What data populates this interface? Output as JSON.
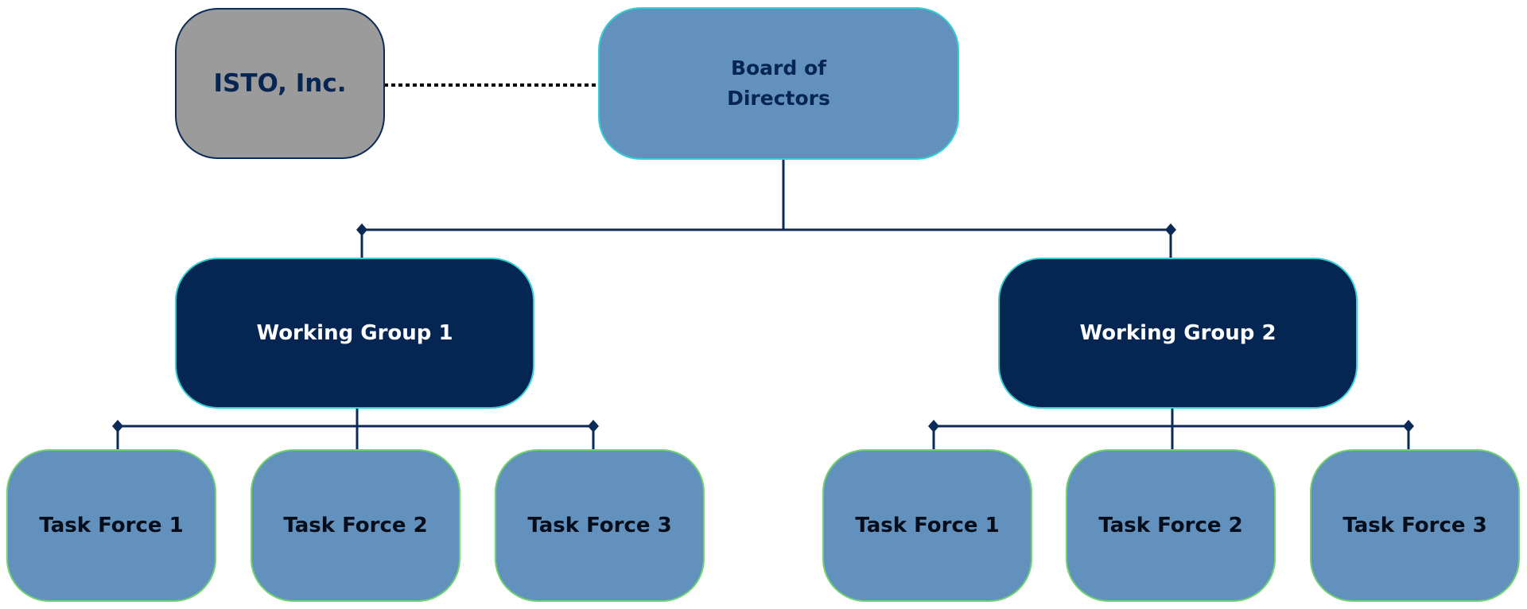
{
  "partner": {
    "label": "ISTO, Inc."
  },
  "board": {
    "label": "Board of\nDirectors"
  },
  "working_groups": [
    {
      "label": "Working Group 1",
      "task_forces": [
        {
          "label": "Task Force 1"
        },
        {
          "label": "Task Force 2"
        },
        {
          "label": "Task Force 3"
        }
      ]
    },
    {
      "label": "Working Group 2",
      "task_forces": [
        {
          "label": "Task Force 1"
        },
        {
          "label": "Task Force 2"
        },
        {
          "label": "Task Force 3"
        }
      ]
    }
  ],
  "colors": {
    "partner_fill": "#9b9b9b",
    "board_fill": "#6191bc",
    "working_group_fill": "#052552",
    "task_force_fill": "#6191bc",
    "connector": "#0b2a55",
    "board_border": "#35d0d4",
    "task_force_border": "#6fd36f"
  }
}
